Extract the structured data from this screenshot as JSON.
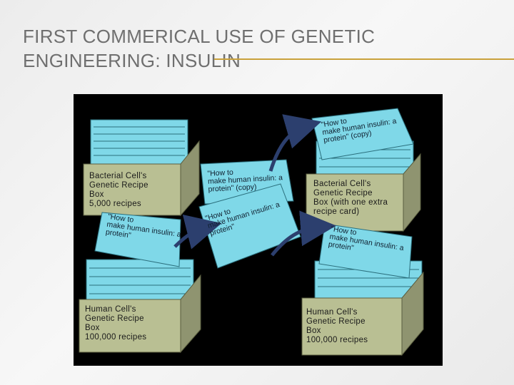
{
  "slide": {
    "title": "FIRST COMMERICAL USE OF GENETIC ENGINEERING: INSULIN"
  },
  "figure": {
    "boxes": {
      "bacterial": "Bacterial Cell's\nGenetic Recipe\nBox\n5,000 recipes",
      "human_left": "Human Cell's\nGenetic Recipe\nBox\n100,000 recipes",
      "bacterial_modified": "Bacterial Cell's\nGenetic Recipe\nBox (with one extra\nrecipe card)",
      "human_right": "Human Cell's\nGenetic Recipe\nBox\n100,000 recipes"
    },
    "cards": {
      "top_right": "\"How to\nmake human insulin: a\nprotein\" (copy)",
      "center_copy": "\"How to\nmake human insulin: a\nprotein\" (copy)",
      "center_original": "\"How to\nmake human insulin: a\nprotein\"",
      "human_left": "\"How to\nmake human insulin: a\nprotein\"",
      "human_right": "\"How to\nmake human insulin: a\nprotein\""
    },
    "colors": {
      "card": "#7fd8e8",
      "box": "#b9bf93",
      "arrow": "#2c3f6e"
    }
  }
}
